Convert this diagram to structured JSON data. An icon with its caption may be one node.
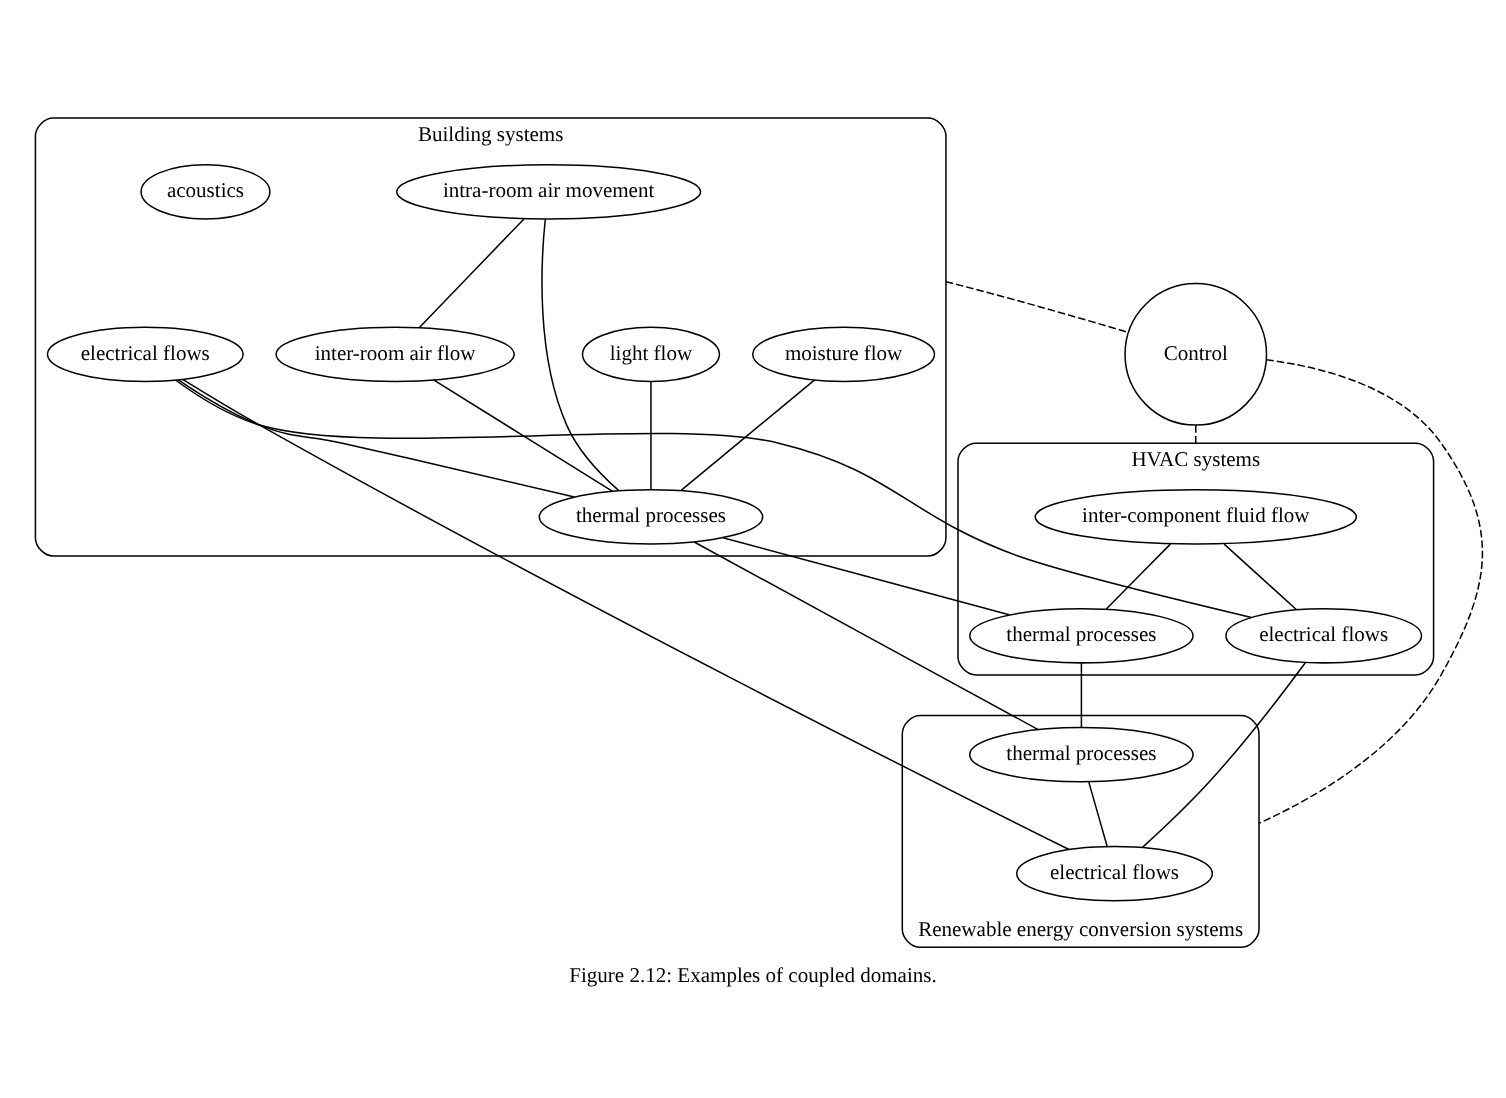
{
  "diagram": {
    "caption": "Figure 2.12: Examples of coupled domains.",
    "nodes": [
      {
        "text": [
          "Building systems"
        ]
      },
      {
        "text": [
          "intra-room air movement"
        ],
        "in": 0
      },
      {
        "text": [
          "acoustics"
        ],
        "in": 0
      },
      {
        "text": [
          "inter-room air flow"
        ],
        "in": 0
      },
      {
        "text": [
          "moisture flow"
        ],
        "in": 0
      },
      {
        "text": [
          "light flow"
        ],
        "in": 0
      },
      {
        "text": [
          "electrical flows"
        ],
        "in": 0
      },
      {
        "text": [
          "thermal processes"
        ],
        "in": 0
      },
      {
        "text": [
          "HVAC systems"
        ]
      },
      {
        "text": [
          "inter-component fluid flow"
        ],
        "in": 8
      },
      {
        "text": [
          "thermal processes"
        ],
        "in": 8
      },
      {
        "text": [
          "electrical flows"
        ],
        "in": 8
      },
      {
        "text": [
          "Control"
        ]
      },
      {
        "text": [
          "Renewable energy conversion systems"
        ]
      },
      {
        "text": [
          "electrical flows"
        ],
        "in": 13
      },
      {
        "text": [
          "thermal processes"
        ],
        "in": 13
      }
    ],
    "edges": [
      {
        "from": 1,
        "to": 7,
        "arrow": "none"
      },
      {
        "from": 1,
        "to": 3,
        "arrow": "none"
      },
      {
        "from": 3,
        "to": 7,
        "arrow": "none"
      },
      {
        "from": 4,
        "to": 7,
        "arrow": "none"
      },
      {
        "from": 5,
        "to": 7,
        "arrow": "none"
      },
      {
        "from": 6,
        "to": 7,
        "arrow": "none"
      },
      {
        "from": 9,
        "to": 10,
        "arrow": "none"
      },
      {
        "from": 9,
        "to": 11,
        "arrow": "none"
      },
      {
        "from": 7,
        "to": 10,
        "arrow": "none"
      },
      {
        "from": 6,
        "to": 11,
        "arrow": "none"
      },
      {
        "from": 6,
        "to": 14,
        "arrow": "none"
      },
      {
        "from": 7,
        "to": 15,
        "arrow": "none"
      },
      {
        "from": 10,
        "to": 15,
        "arrow": "none"
      },
      {
        "from": 11,
        "to": 14,
        "arrow": "none"
      },
      {
        "from": 15,
        "to": 14,
        "arrow": "none"
      },
      {
        "from": 0,
        "to": 12,
        "arrow": "none",
        "style": "dashed"
      },
      {
        "from": 12,
        "to": 8,
        "arrow": "none",
        "style": "dashed"
      },
      {
        "from": 12,
        "to": 13,
        "arrow": "none",
        "style": "dashed"
      }
    ]
  }
}
